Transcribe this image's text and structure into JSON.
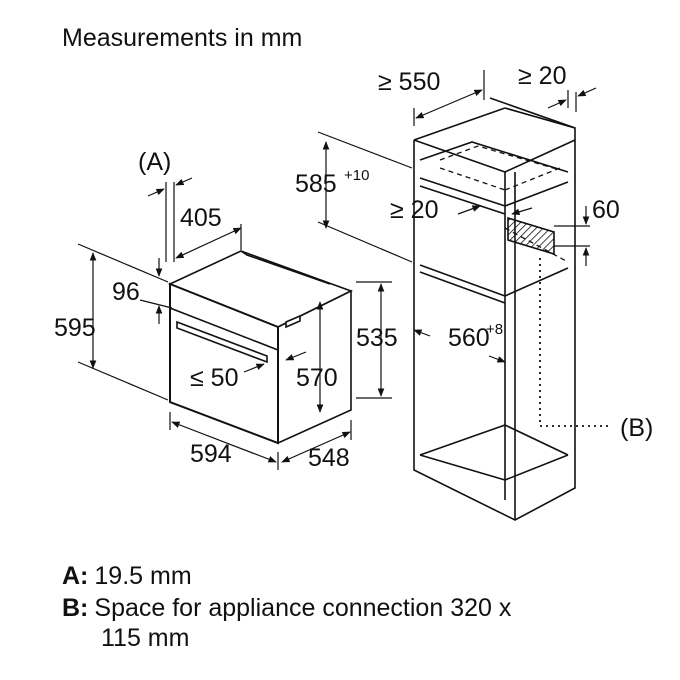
{
  "title": "Measurements in mm",
  "labels": {
    "a_marker": "(A)",
    "b_marker": "(B)",
    "oven_depth_top": "405",
    "oven_panel_gap": "96",
    "oven_height": "595",
    "oven_inner_height": "570",
    "oven_body_height": "535",
    "door_gap": "≤ 50",
    "oven_width": "594",
    "oven_depth": "548",
    "niche_depth": "≥ 550",
    "wall_gap": "≥ 20",
    "niche_height": "585",
    "niche_height_tol": "+10",
    "shelf_gap": "≥ 20",
    "vent_height": "60",
    "niche_width": "560",
    "niche_width_tol": "+8"
  },
  "legend": {
    "a_key": "A:",
    "a_text": "19.5 mm",
    "b_key": "B:",
    "b_text_line1": "Space for appliance connection 320 x",
    "b_text_line2": "115 mm"
  }
}
